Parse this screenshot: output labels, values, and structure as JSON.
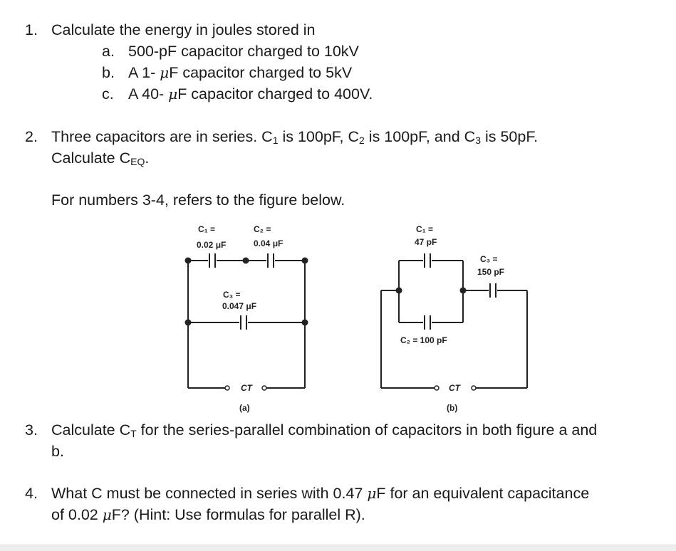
{
  "q1": {
    "number": "1.",
    "text": "Calculate the energy in joules stored in",
    "items": [
      {
        "letter": "a.",
        "pre": "500-pF capacitor charged to 10kV",
        "mu": "",
        "post": ""
      },
      {
        "letter": "b.",
        "pre": "A 1- ",
        "mu": "μ",
        "post": "F capacitor charged to 5kV"
      },
      {
        "letter": "c.",
        "pre": "A 40- ",
        "mu": "μ",
        "post": "F capacitor charged to 400V."
      }
    ]
  },
  "q2": {
    "number": "2.",
    "line1_a": "Three capacitors are in series. C",
    "s1": "1",
    "line1_b": " is 100pF, C",
    "s2": "2",
    "line1_c": " is 100pF, and C",
    "s3": "3",
    "line1_d": " is 50pF.",
    "line2_a": "Calculate C",
    "line2_sub": "EQ",
    "line2_b": "."
  },
  "note": "For numbers 3-4, refers to the figure below.",
  "figure": {
    "a": {
      "c1_label": "C₁ =",
      "c1_value": "0.02 μF",
      "c2_label": "C₂ =",
      "c2_value": "0.04 μF",
      "c3_label": "C₃ =",
      "c3_value": "0.047 μF",
      "ct_label": "CT",
      "caption": "(a)"
    },
    "b": {
      "c1_label": "C₁ =",
      "c1_value": "47 pF",
      "c2_text": "C₂ = 100 pF",
      "c3_label": "C₃ =",
      "c3_value": "150 pF",
      "ct_label": "CT",
      "caption": "(b)"
    }
  },
  "q3": {
    "number": "3.",
    "line1_a": "Calculate C",
    "line1_sub": "T",
    "line1_b": " for the series-parallel combination of capacitors in both figure a and",
    "line2": "b."
  },
  "q4": {
    "number": "4.",
    "line1_a": "What C must be connected in series with 0.47 ",
    "line1_mu": "μ",
    "line1_b": "F for an equivalent capacitance",
    "line2_a": "of 0.02 ",
    "line2_mu": "μ",
    "line2_b": "F? (Hint: Use formulas for parallel R)."
  }
}
